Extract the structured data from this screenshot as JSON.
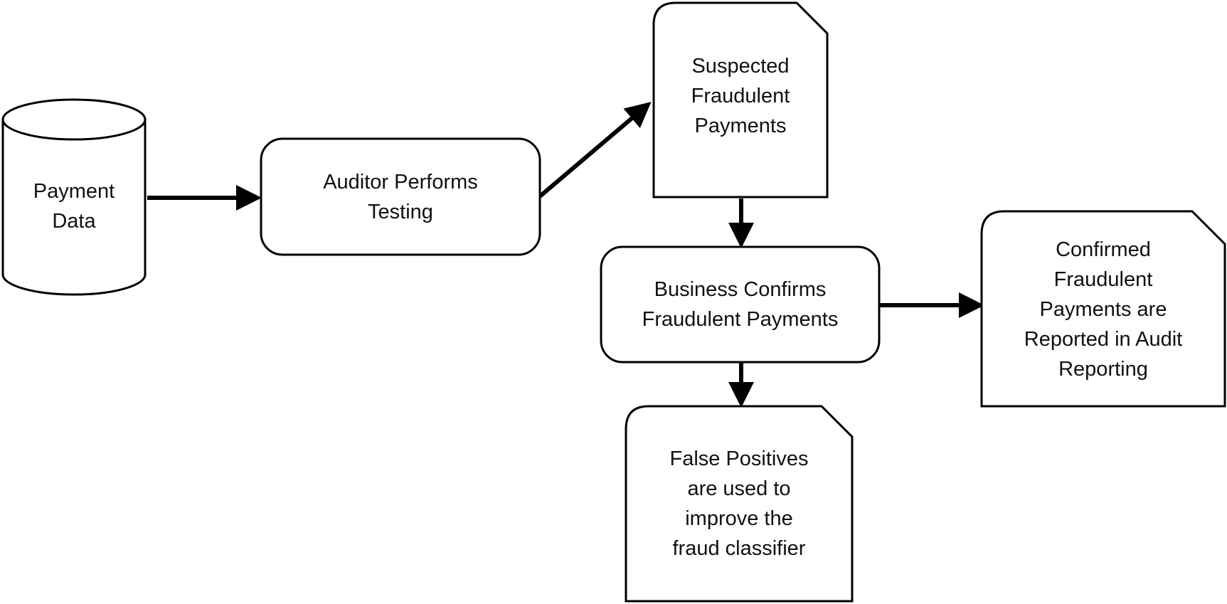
{
  "diagram": {
    "nodes": {
      "payment_data": {
        "label": "Payment\nData",
        "shape": "cylinder"
      },
      "auditor_testing": {
        "label": "Auditor Performs\nTesting",
        "shape": "rounded-rectangle"
      },
      "suspected_payments": {
        "label": "Suspected\nFraudulent\nPayments",
        "shape": "document"
      },
      "business_confirms": {
        "label": "Business Confirms\nFraudulent Payments",
        "shape": "rounded-rectangle"
      },
      "confirmed_reported": {
        "label": "Confirmed\nFraudulent\nPayments are\nReported in Audit\nReporting",
        "shape": "document"
      },
      "false_positives": {
        "label": "False Positives\nare used to\nimprove the\nfraud classifier",
        "shape": "document"
      }
    },
    "edges": [
      {
        "from": "payment_data",
        "to": "auditor_testing"
      },
      {
        "from": "auditor_testing",
        "to": "suspected_payments"
      },
      {
        "from": "suspected_payments",
        "to": "business_confirms"
      },
      {
        "from": "business_confirms",
        "to": "confirmed_reported"
      },
      {
        "from": "business_confirms",
        "to": "false_positives"
      }
    ],
    "colors": {
      "stroke": "#000000",
      "fill": "#ffffff",
      "text": "#111111"
    }
  }
}
